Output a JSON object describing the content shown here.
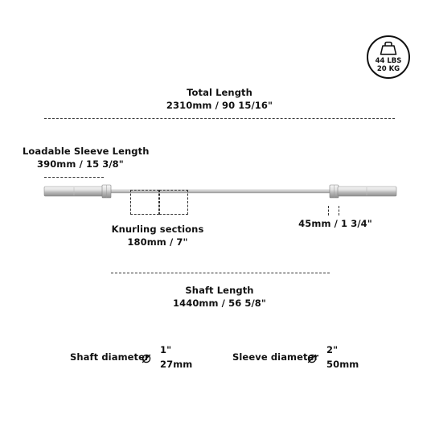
{
  "weight_badge": {
    "icon": "kettlebell-weight-icon",
    "line1": "44 LBS",
    "line2": "20 KG"
  },
  "total_length": {
    "label": "Total Length",
    "value": "2310mm / 90 15/16\""
  },
  "loadable_sleeve": {
    "label": "Loadable Sleeve Length",
    "value": "390mm / 15 3/8\""
  },
  "knurling": {
    "label": "Knurling sections",
    "value": "180mm / 7\""
  },
  "collar_width": {
    "value": "45mm / 1 3/4\""
  },
  "shaft_length": {
    "label": "Shaft Length",
    "value": "1440mm / 56 5/8\""
  },
  "shaft_diameter": {
    "label": "Shaft diameter",
    "symbol": "⌀",
    "inch": "1\"",
    "mm": "27mm"
  },
  "sleeve_diameter": {
    "label": "Sleeve diameter",
    "symbol": "⌀",
    "inch": "2\"",
    "mm": "50mm"
  },
  "colors": {
    "text": "#111111",
    "bar_light": "#eeeeee",
    "bar_mid": "#bfbfbf",
    "bar_dark": "#8a8a8a"
  }
}
